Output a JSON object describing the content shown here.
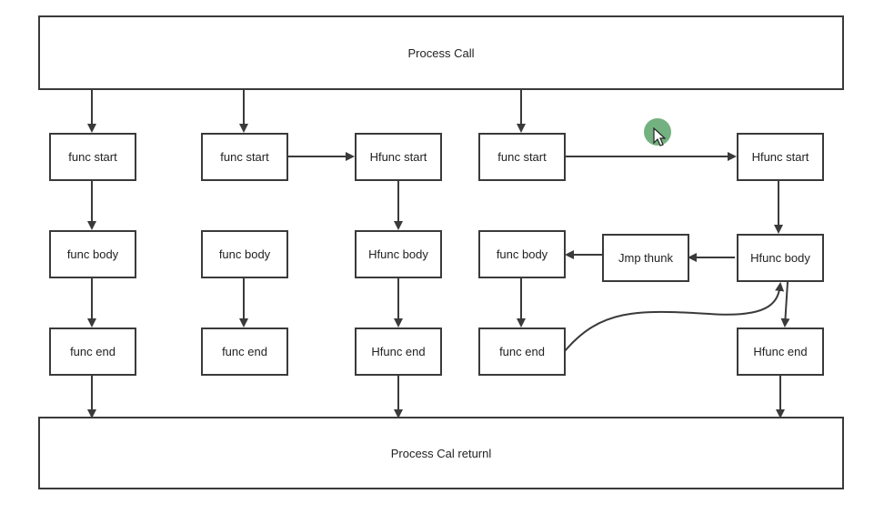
{
  "diagram": {
    "top_box": "Process Call",
    "bottom_box": "Process Cal returnl",
    "col1": {
      "start": "func start",
      "body": "func body",
      "end": "func end"
    },
    "col2": {
      "start": "func start",
      "body": "func body",
      "end": "func end"
    },
    "col3": {
      "start": "Hfunc start",
      "body": "Hfunc body",
      "end": "Hfunc end"
    },
    "col4": {
      "start": "func start",
      "body": "func body",
      "end": "func end"
    },
    "col5": {
      "start": "Hfunc start",
      "body": "Hfunc body",
      "end": "Hfunc end"
    },
    "thunk": "Jmp thunk"
  }
}
